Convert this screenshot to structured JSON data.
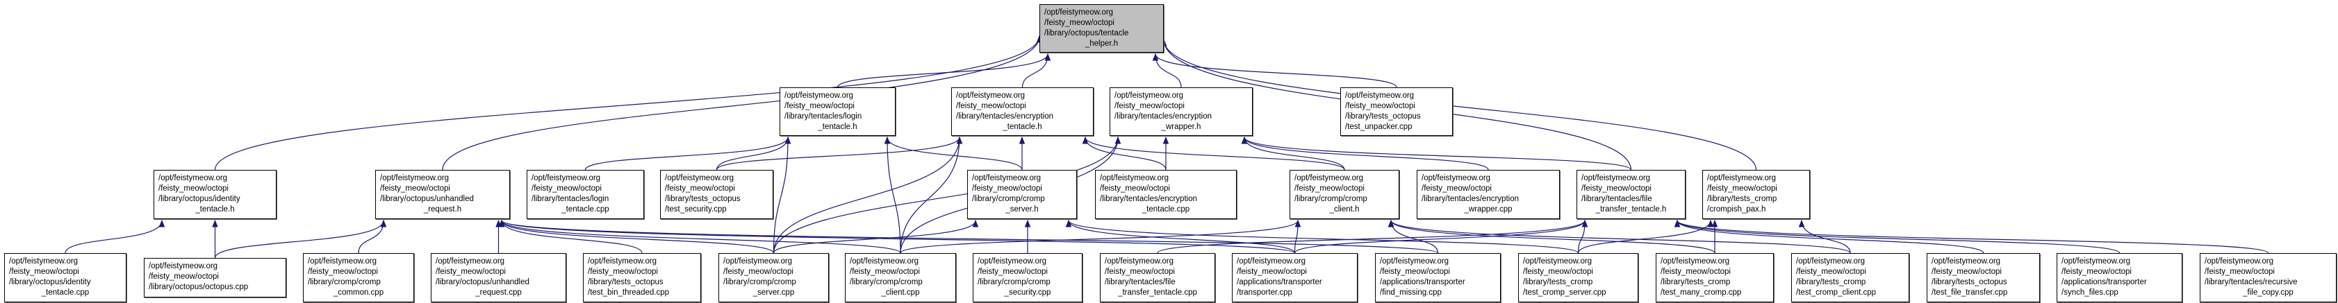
{
  "colors": {
    "edge": "#191970",
    "root_fill": "#bfbfbf",
    "node_border": "#000000"
  },
  "nodes": [
    {
      "id": "helper_h",
      "root": true,
      "lines": [
        "/opt/feistymeow.org",
        "/feisty_meow/octopi",
        "/library/octopus/tentacle",
        "_helper.h"
      ]
    },
    {
      "id": "login_h",
      "lines": [
        "/opt/feistymeow.org",
        "/feisty_meow/octopi",
        "/library/tentacles/login",
        "_tentacle.h"
      ]
    },
    {
      "id": "enctent_h",
      "lines": [
        "/opt/feistymeow.org",
        "/feisty_meow/octopi",
        "/library/tentacles/encryption",
        "_tentacle.h"
      ]
    },
    {
      "id": "encwrap_h",
      "lines": [
        "/opt/feistymeow.org",
        "/feisty_meow/octopi",
        "/library/tentacles/encryption",
        "_wrapper.h"
      ]
    },
    {
      "id": "test_unpacker",
      "lines": [
        "/opt/feistymeow.org",
        "/feisty_meow/octopi",
        "/library/tests_octopus",
        "/test_unpacker.cpp"
      ]
    },
    {
      "id": "identity_h",
      "lines": [
        "/opt/feistymeow.org",
        "/feisty_meow/octopi",
        "/library/octopus/identity",
        "_tentacle.h"
      ]
    },
    {
      "id": "unhandled_h",
      "lines": [
        "/opt/feistymeow.org",
        "/feisty_meow/octopi",
        "/library/octopus/unhandled",
        "_request.h"
      ]
    },
    {
      "id": "login_cpp",
      "lines": [
        "/opt/feistymeow.org",
        "/feisty_meow/octopi",
        "/library/tentacles/login",
        "_tentacle.cpp"
      ]
    },
    {
      "id": "test_security",
      "lines": [
        "/opt/feistymeow.org",
        "/feisty_meow/octopi",
        "/library/tests_octopus",
        "/test_security.cpp"
      ]
    },
    {
      "id": "cromp_server_h",
      "lines": [
        "/opt/feistymeow.org",
        "/feisty_meow/octopi",
        "/library/cromp/cromp",
        "_server.h"
      ]
    },
    {
      "id": "enctent_cpp",
      "lines": [
        "/opt/feistymeow.org",
        "/feisty_meow/octopi",
        "/library/tentacles/encryption",
        "_tentacle.cpp"
      ]
    },
    {
      "id": "cromp_client_h",
      "lines": [
        "/opt/feistymeow.org",
        "/feisty_meow/octopi",
        "/library/cromp/cromp",
        "_client.h"
      ]
    },
    {
      "id": "encwrap_cpp",
      "lines": [
        "/opt/feistymeow.org",
        "/feisty_meow/octopi",
        "/library/tentacles/encryption",
        "_wrapper.cpp"
      ]
    },
    {
      "id": "filetrans_h",
      "lines": [
        "/opt/feistymeow.org",
        "/feisty_meow/octopi",
        "/library/tentacles/file",
        "_transfer_tentacle.h"
      ]
    },
    {
      "id": "crompish_pax",
      "lines": [
        "/opt/feistymeow.org",
        "/feisty_meow/octopi",
        "/library/tests_cromp",
        "/crompish_pax.h"
      ]
    },
    {
      "id": "identity_cpp",
      "lines": [
        "/opt/feistymeow.org",
        "/feisty_meow/octopi",
        "/library/octopus/identity",
        "_tentacle.cpp"
      ]
    },
    {
      "id": "octopus_cpp",
      "lines": [
        "/opt/feistymeow.org",
        "/feisty_meow/octopi",
        "/library/octopus/octopus.cpp"
      ]
    },
    {
      "id": "cromp_common",
      "lines": [
        "/opt/feistymeow.org",
        "/feisty_meow/octopi",
        "/library/cromp/cromp",
        "_common.cpp"
      ]
    },
    {
      "id": "unhandled_cpp",
      "lines": [
        "/opt/feistymeow.org",
        "/feisty_meow/octopi",
        "/library/octopus/unhandled",
        "_request.cpp"
      ]
    },
    {
      "id": "test_bin_threaded",
      "lines": [
        "/opt/feistymeow.org",
        "/feisty_meow/octopi",
        "/library/tests_octopus",
        "/test_bin_threaded.cpp"
      ]
    },
    {
      "id": "cromp_server_cpp",
      "lines": [
        "/opt/feistymeow.org",
        "/feisty_meow/octopi",
        "/library/cromp/cromp",
        "_server.cpp"
      ]
    },
    {
      "id": "cromp_client_cpp",
      "lines": [
        "/opt/feistymeow.org",
        "/feisty_meow/octopi",
        "/library/cromp/cromp",
        "_client.cpp"
      ]
    },
    {
      "id": "cromp_security",
      "lines": [
        "/opt/feistymeow.org",
        "/feisty_meow/octopi",
        "/library/cromp/cromp",
        "_security.cpp"
      ]
    },
    {
      "id": "filetrans_cpp",
      "lines": [
        "/opt/feistymeow.org",
        "/feisty_meow/octopi",
        "/library/tentacles/file",
        "_transfer_tentacle.cpp"
      ]
    },
    {
      "id": "transporter",
      "lines": [
        "/opt/feistymeow.org",
        "/feisty_meow/octopi",
        "/applications/transporter",
        "/transporter.cpp"
      ]
    },
    {
      "id": "find_missing",
      "lines": [
        "/opt/feistymeow.org",
        "/feisty_meow/octopi",
        "/applications/transporter",
        "/find_missing.cpp"
      ]
    },
    {
      "id": "test_cromp_server",
      "lines": [
        "/opt/feistymeow.org",
        "/feisty_meow/octopi",
        "/library/tests_cromp",
        "/test_cromp_server.cpp"
      ]
    },
    {
      "id": "test_many_cromp",
      "lines": [
        "/opt/feistymeow.org",
        "/feisty_meow/octopi",
        "/library/tests_cromp",
        "/test_many_cromp.cpp"
      ]
    },
    {
      "id": "test_cromp_client",
      "lines": [
        "/opt/feistymeow.org",
        "/feisty_meow/octopi",
        "/library/tests_cromp",
        "/test_cromp_client.cpp"
      ]
    },
    {
      "id": "test_file_transfer",
      "lines": [
        "/opt/feistymeow.org",
        "/feisty_meow/octopi",
        "/library/tests_octopus",
        "/test_file_transfer.cpp"
      ]
    },
    {
      "id": "synch_files",
      "lines": [
        "/opt/feistymeow.org",
        "/feisty_meow/octopi",
        "/applications/transporter",
        "/synch_files.cpp"
      ]
    },
    {
      "id": "recursive_copy",
      "lines": [
        "/opt/feistymeow.org",
        "/feisty_meow/octopi",
        "/library/tentacles/recursive",
        "_file_copy.cpp"
      ]
    }
  ],
  "edges": [
    [
      "identity_h",
      "helper_h"
    ],
    [
      "unhandled_h",
      "helper_h"
    ],
    [
      "login_h",
      "helper_h"
    ],
    [
      "enctent_h",
      "helper_h"
    ],
    [
      "encwrap_h",
      "helper_h"
    ],
    [
      "test_unpacker",
      "helper_h"
    ],
    [
      "filetrans_h",
      "helper_h"
    ],
    [
      "crompish_pax",
      "helper_h"
    ],
    [
      "identity_cpp",
      "identity_h"
    ],
    [
      "octopus_cpp",
      "identity_h"
    ],
    [
      "octopus_cpp",
      "unhandled_h"
    ],
    [
      "cromp_common",
      "unhandled_h"
    ],
    [
      "unhandled_cpp",
      "unhandled_h"
    ],
    [
      "test_bin_threaded",
      "unhandled_h"
    ],
    [
      "cromp_server_cpp",
      "unhandled_h"
    ],
    [
      "cromp_client_cpp",
      "unhandled_h"
    ],
    [
      "transporter",
      "unhandled_h"
    ],
    [
      "find_missing",
      "unhandled_h"
    ],
    [
      "login_cpp",
      "login_h"
    ],
    [
      "test_security",
      "login_h"
    ],
    [
      "cromp_server_h",
      "login_h"
    ],
    [
      "cromp_server_cpp",
      "login_h"
    ],
    [
      "cromp_client_cpp",
      "login_h"
    ],
    [
      "cromp_server_h",
      "enctent_h"
    ],
    [
      "enctent_cpp",
      "enctent_h"
    ],
    [
      "cromp_client_h",
      "enctent_h"
    ],
    [
      "test_security",
      "enctent_h"
    ],
    [
      "cromp_server_cpp",
      "enctent_h"
    ],
    [
      "cromp_client_cpp",
      "enctent_h"
    ],
    [
      "encwrap_cpp",
      "encwrap_h"
    ],
    [
      "cromp_client_h",
      "encwrap_h"
    ],
    [
      "enctent_cpp",
      "encwrap_h"
    ],
    [
      "cromp_server_cpp",
      "encwrap_h"
    ],
    [
      "cromp_client_cpp",
      "encwrap_h"
    ],
    [
      "filetrans_h",
      "encwrap_h"
    ],
    [
      "cromp_security",
      "cromp_server_h"
    ],
    [
      "cromp_server_cpp",
      "cromp_server_h"
    ],
    [
      "transporter",
      "cromp_server_h"
    ],
    [
      "test_cromp_server",
      "cromp_server_h"
    ],
    [
      "cromp_client_cpp",
      "cromp_client_h"
    ],
    [
      "transporter",
      "cromp_client_h"
    ],
    [
      "find_missing",
      "cromp_client_h"
    ],
    [
      "test_cromp_client",
      "cromp_client_h"
    ],
    [
      "test_many_cromp",
      "cromp_client_h"
    ],
    [
      "filetrans_cpp",
      "filetrans_h"
    ],
    [
      "transporter",
      "filetrans_h"
    ],
    [
      "test_file_transfer",
      "filetrans_h"
    ],
    [
      "synch_files",
      "filetrans_h"
    ],
    [
      "recursive_copy",
      "filetrans_h"
    ],
    [
      "test_cromp_server",
      "filetrans_h"
    ],
    [
      "test_many_cromp",
      "crompish_pax"
    ],
    [
      "test_cromp_client",
      "crompish_pax"
    ],
    [
      "test_cromp_server",
      "crompish_pax"
    ]
  ]
}
